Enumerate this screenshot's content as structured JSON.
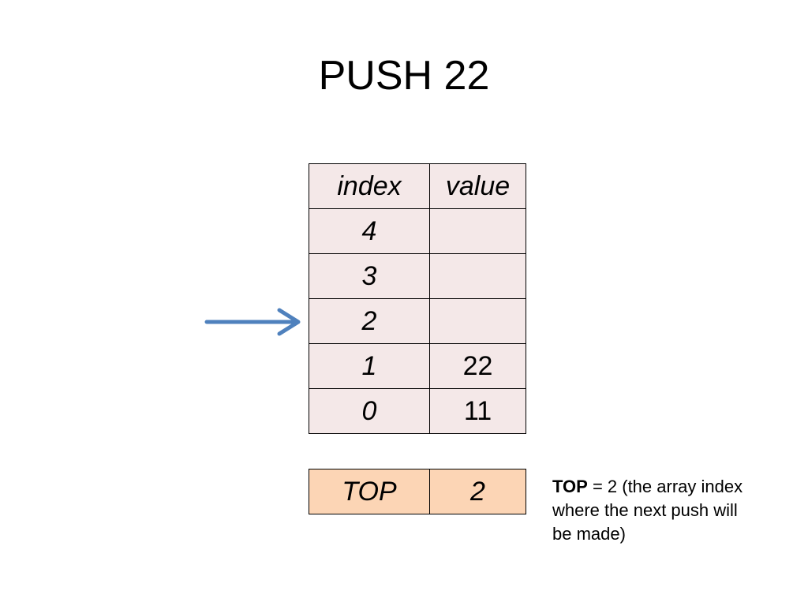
{
  "title": "PUSH 22",
  "stack": {
    "headers": [
      "index",
      "value"
    ],
    "rows": [
      {
        "index": "4",
        "value": ""
      },
      {
        "index": "3",
        "value": ""
      },
      {
        "index": "2",
        "value": ""
      },
      {
        "index": "1",
        "value": "22"
      },
      {
        "index": "0",
        "value": "11"
      }
    ],
    "pointer_row_index": "2"
  },
  "top_register": {
    "label": "TOP",
    "value": "2"
  },
  "note": {
    "bold": "TOP",
    "text": " = 2 (the array index where the next push will be made)"
  },
  "colors": {
    "stack_cell": "#f4e8e8",
    "top_cell": "#fcd5b5",
    "arrow": "#4f81bd"
  }
}
